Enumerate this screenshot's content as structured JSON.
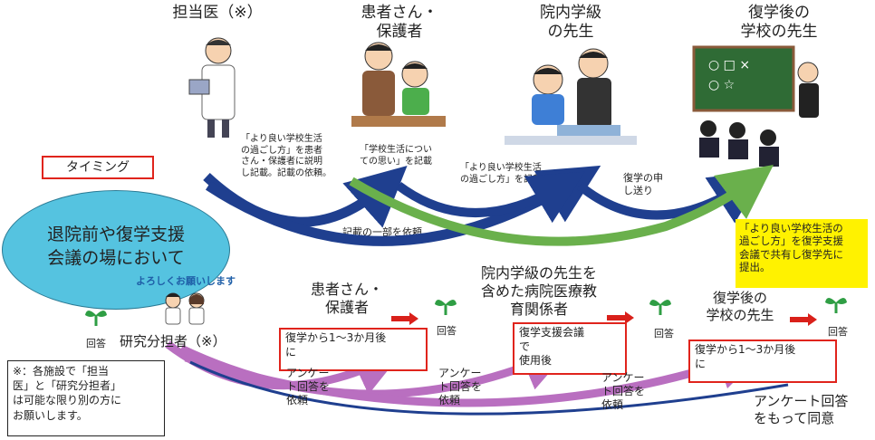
{
  "top": {
    "doctor": "担当医（※）",
    "patient": "患者さん・\n保護者",
    "hospital_teacher": "院内学級\nの先生",
    "return_teacher": "復学後の\n学校の先生"
  },
  "notes": {
    "doctor_note": "「より良い学校生活\nの過ごし方」を患者\nさん・保護者に説明\nし記載。記載の依頼。",
    "patient_note": "「学校生活につい\nての思い」を記載",
    "teacher_note": "「より良い学校生活\nの過ごし方」を記載。",
    "handover": "復学の申\nし送り",
    "partial_request": "記載の一部を依頼",
    "shared": "「より良い学校生活の\n過ごし方」を復学支援\n会議で共有し復学先に\n提出。"
  },
  "timing": "タイミング",
  "bubble": "退院前や復学支援\n会議の場において",
  "researcher": {
    "banner": "よろしくお願いします",
    "label": "研究分担者（※）"
  },
  "middle": {
    "patient": "患者さん・\n保護者",
    "hospital_staff": "院内学級の先生を\n含めた病院医療教\n育関係者",
    "return_teacher": "復学後の\n学校の先生"
  },
  "answer": "回答",
  "boxes": {
    "b1": "復学から1〜3か月後\nに",
    "b2": "復学支援会議\nで\n使用後",
    "b3": "復学から1〜3か月後\nに"
  },
  "survey": {
    "s1": "アンケー\nト回答を\n依頼",
    "s2": "アンケー\nト回答を\n依頼",
    "s3": "アンケー\nト回答を\n依頼"
  },
  "consent": "アンケート回答\nをもって同意",
  "footnote": "※：各施設で「担当\n医」と「研究分担者」\nは可能な限り別の方に\nお願いします。",
  "colors": {
    "accent_red": "#e0241c",
    "navy": "#1f3f8f",
    "green": "#6ab04c",
    "purple": "#b96fc0",
    "bubble": "#55c3e0",
    "yellow": "#fff200"
  }
}
